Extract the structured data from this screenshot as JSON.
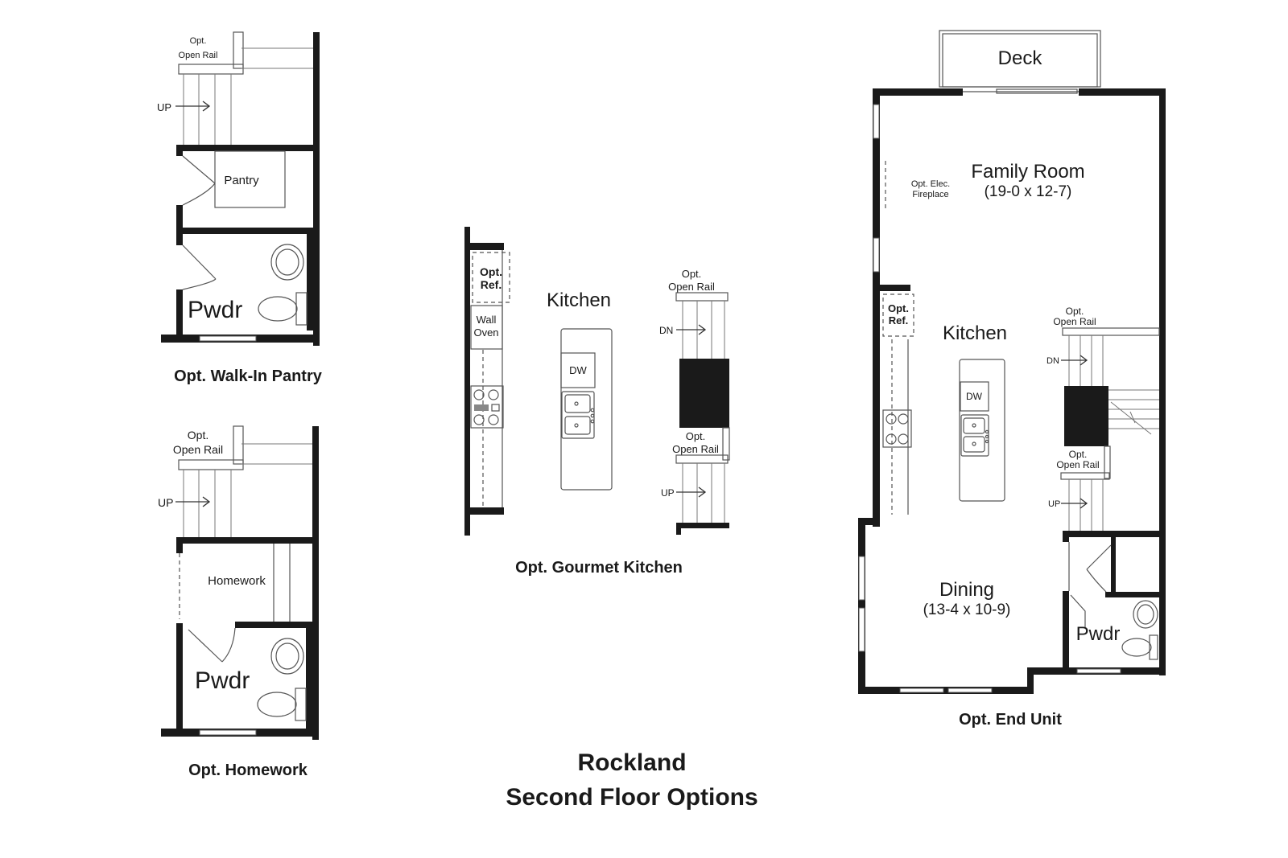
{
  "page": {
    "title_line1": "Rockland",
    "title_line2": "Second Floor Options"
  },
  "walk_in_pantry": {
    "caption": "Opt. Walk-In Pantry",
    "rail_line1": "Opt.",
    "rail_line2": "Open Rail",
    "up": "UP",
    "pantry": "Pantry",
    "pwdr": "Pwdr"
  },
  "homework": {
    "caption": "Opt. Homework",
    "rail_line1": "Opt.",
    "rail_line2": "Open Rail",
    "up": "UP",
    "homework": "Homework",
    "pwdr": "Pwdr"
  },
  "gourmet_kitchen": {
    "caption": "Opt. Gourmet Kitchen",
    "kitchen": "Kitchen",
    "ref_line1": "Opt.",
    "ref_line2": "Ref.",
    "oven_line1": "Wall",
    "oven_line2": "Oven",
    "dw": "DW",
    "rail_top_line1": "Opt.",
    "rail_top_line2": "Open Rail",
    "rail_bot_line1": "Opt.",
    "rail_bot_line2": "Open Rail",
    "dn": "DN",
    "up": "UP"
  },
  "end_unit": {
    "caption": "Opt. End Unit",
    "deck": "Deck",
    "family_room": "Family Room",
    "family_room_dims": "(19-0 x 12-7)",
    "fireplace_line1": "Opt. Elec.",
    "fireplace_line2": "Fireplace",
    "ref_line1": "Opt.",
    "ref_line2": "Ref.",
    "kitchen": "Kitchen",
    "dw": "DW",
    "rail_top_line1": "Opt.",
    "rail_top_line2": "Open Rail",
    "rail_bot_line1": "Opt.",
    "rail_bot_line2": "Open Rail",
    "dn": "DN",
    "up": "UP",
    "dining": "Dining",
    "dining_dims": "(13-4 x 10-9)",
    "pwdr": "Pwdr"
  }
}
